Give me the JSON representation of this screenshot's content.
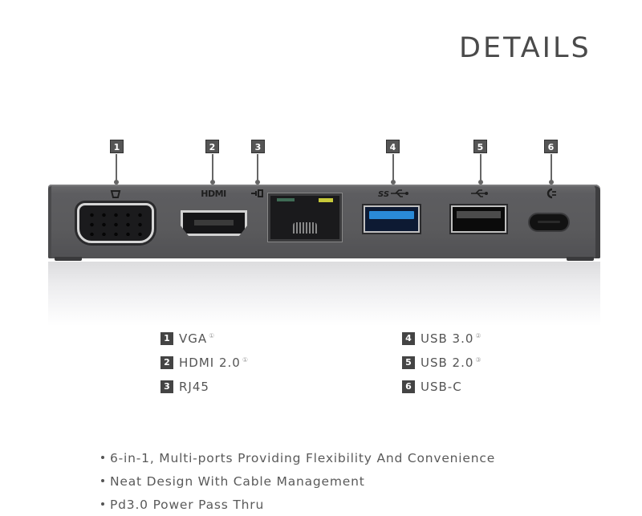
{
  "header": {
    "title": "DETAILS"
  },
  "device": {
    "body_color": "#5a5a5c",
    "ports": [
      {
        "number": "1",
        "name": "VGA",
        "icon": "monitor-icon",
        "icon_label": "▢"
      },
      {
        "number": "2",
        "name": "HDMI",
        "icon": "hdmi-label",
        "icon_label": "HDMI"
      },
      {
        "number": "3",
        "name": "RJ45",
        "icon": "ethernet-icon",
        "icon_label": "⊷"
      },
      {
        "number": "4",
        "name": "USB 3.0",
        "icon": "usb-ss-icon",
        "icon_label": "SS⊶"
      },
      {
        "number": "5",
        "name": "USB 2.0",
        "icon": "usb-icon",
        "icon_label": "⊶"
      },
      {
        "number": "6",
        "name": "USB-C",
        "icon": "power-plug-icon",
        "icon_label": "C"
      }
    ],
    "usb3_accent_color": "#2a8ad8"
  },
  "legend": {
    "items": [
      {
        "number": "1",
        "label": "VGA",
        "note": "①"
      },
      {
        "number": "2",
        "label": "HDMI 2.0",
        "note": "①"
      },
      {
        "number": "3",
        "label": "RJ45",
        "note": ""
      },
      {
        "number": "4",
        "label": "USB 3.0",
        "note": "②"
      },
      {
        "number": "5",
        "label": "USB 2.0",
        "note": "③"
      },
      {
        "number": "6",
        "label": "USB-C",
        "note": ""
      }
    ]
  },
  "features": [
    "6-in-1, Multi-ports Providing Flexibility And Convenience",
    "Neat Design With Cable Management",
    "Pd3.0 Power Pass Thru"
  ]
}
